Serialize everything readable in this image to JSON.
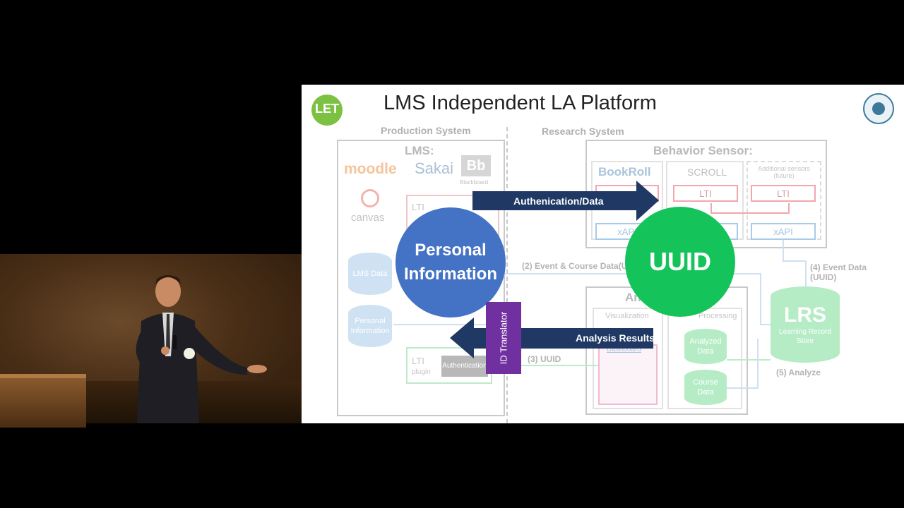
{
  "slide": {
    "title": "LMS Independent LA Platform",
    "logo_text": "LET",
    "production_label": "Production System",
    "research_label": "Research System",
    "lms_header": "LMS:",
    "lms_logos": [
      "moodle",
      "Sakai",
      "Bb",
      "Blackboard",
      "canvas"
    ],
    "lms_data": "LMS Data",
    "personal_info_db": "Personal Information",
    "lti_top": "LTI",
    "lti_bottom": "LTI",
    "plugin_label": "plugin",
    "authentication": "Authentication",
    "behavior_sensor": "Behavior Sensor:",
    "bookroll": "BookRoll",
    "scroll": "SCROLL",
    "additional_sensors": "Additional sensors (future)",
    "lti": "LTI",
    "xapi": "xAPI",
    "analysis_header": "An",
    "visualization": "Visualization",
    "dashboard": "Dashboard",
    "processing": "Processing",
    "analyzed_data": "Analyzed Data",
    "course_data": "Course Data",
    "lrs": "LRS",
    "lrs_sub": "Learning Record Store",
    "flow_event_course": "(2) Event & Course Data(U",
    "flow_uuid": "(3) UUID",
    "flow_event_data": "(4) Event Data (UUID)",
    "flow_analyze": "(5) Analyze",
    "arrow_top": "Authenication/Data",
    "arrow_bottom": "Analysis Results",
    "circle_personal": "Personal Information",
    "circle_uuid": "UUID",
    "id_translator": "ID Translator"
  },
  "colors": {
    "navy_arrow": "#1f3864",
    "blue_circle": "#4472c4",
    "green_circle": "#14c45a",
    "translator": "#7030a0"
  }
}
